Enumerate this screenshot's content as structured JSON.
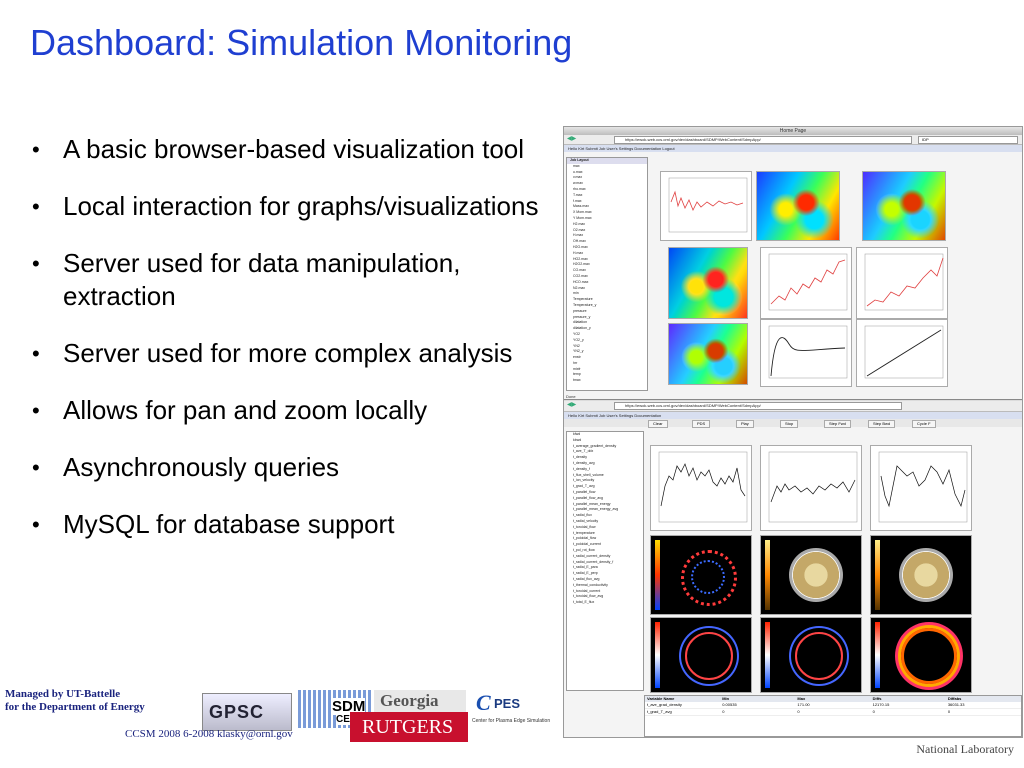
{
  "slide": {
    "title": "Dashboard: Simulation Monitoring",
    "bullets": [
      "A basic browser-based visualization tool",
      "Local interaction for graphs/visualizations",
      "Server used for data manipulation, extraction",
      "Server used for more complex analysis",
      "Allows for pan and zoom locally",
      "Asynchronously queries",
      "MySQL for database support"
    ],
    "managed_line1": "Managed by UT-Battelle",
    "managed_line2": "for the Department of Energy",
    "footer": "CCSM 2008 6-2008 klasky@ornl.gov",
    "lab_name": "National Laboratory"
  },
  "logos": {
    "gpsc": "GPSC",
    "sdm": "SDM",
    "sdm_suffix": "CE",
    "georgia": "Georgia",
    "rutgers": "RUTGERS",
    "cpes_letter": "C",
    "cpes_rest": "PES",
    "cpes_caption": "Center for Plasma Edge Simulation"
  },
  "screenshot": {
    "top_window_title": "Home Page",
    "top_url": "https://ewok-web.ccs.ornl.gov/dev/dashboard/SDMP/WebContent/SdmpApp/",
    "top_search": "IDP",
    "top_menu": "Hello Kirt    Submit Job    User's Settings    Documentation    Logout",
    "top_tree_header": "Job Layout",
    "top_tree_items": [
      "max",
      "u.max",
      "v.max",
      "w.max",
      "rho.max",
      "T.max",
      "f.max",
      "Mass.max",
      "X Mom.max",
      "Y Mom.max",
      "H2.max",
      "O2.max",
      "H.max",
      "OH.max",
      "H2O.max",
      "H.max",
      "HO2.max",
      "H2O2.max",
      "CO.max",
      "CO2.max",
      "HCO.max",
      "N2.max",
      "min",
      "Temperature",
      "Temperature_y",
      "pressure",
      "pressure_y",
      "dilatation",
      "dilatation_y",
      "YO2",
      "YO2_y",
      "YN2",
      "YN2_y",
      "enstr",
      "hrr",
      "mixfr",
      "temp",
      "tmax"
    ],
    "top_status": "Done",
    "bottom_url": "https://ewok-web.ccs.ornl.gov/dev/dashboard/SDMP/WebContent/SdmpApp/",
    "bottom_menu": "Hello Kirt    Submit Job    User's Settings    Documentation",
    "bottom_buttons": [
      "Clear",
      "PDS",
      "Play",
      "Stop",
      "Step Fwd",
      "Step Bwd",
      "Cycle F"
    ],
    "bottom_tree_items": [
      "kfwd",
      "kbwd",
      "t_average_gradient_density",
      "t_ave_T_ddx",
      "t_density",
      "t_density_avg",
      "t_density_f",
      "t_flux_shell_volume",
      "t_ion_velocity",
      "t_grad_T_avg",
      "t_parallel_flow",
      "t_parallel_flow_avg",
      "t_parallel_mean_energy",
      "t_parallel_mean_energy_avg",
      "t_radial_flux",
      "t_radial_velocity",
      "t_toroidal_flow",
      "t_temperature",
      "t_poloidal_flow",
      "t_poloidal_current",
      "t_pol_rot_flow",
      "t_radial_current_density",
      "t_radial_current_density_f",
      "t_radial_E_para",
      "t_radial_E_perp",
      "t_radial_flux_avg",
      "t_thermal_conductivity",
      "t_toroidal_current",
      "t_toroidal_flow_avg",
      "t_total_E_flux"
    ],
    "bottom_table_headers": [
      "Variable Name",
      "Min",
      "Max",
      "Diffs",
      "Diffabs"
    ],
    "bottom_table_rows": [
      [
        "t_ave_grad_density",
        "0.00535",
        "171.00",
        "12170.15",
        "36031.33"
      ],
      [
        "t_grad_T_avg",
        "0",
        "0",
        "0",
        "0"
      ]
    ]
  }
}
